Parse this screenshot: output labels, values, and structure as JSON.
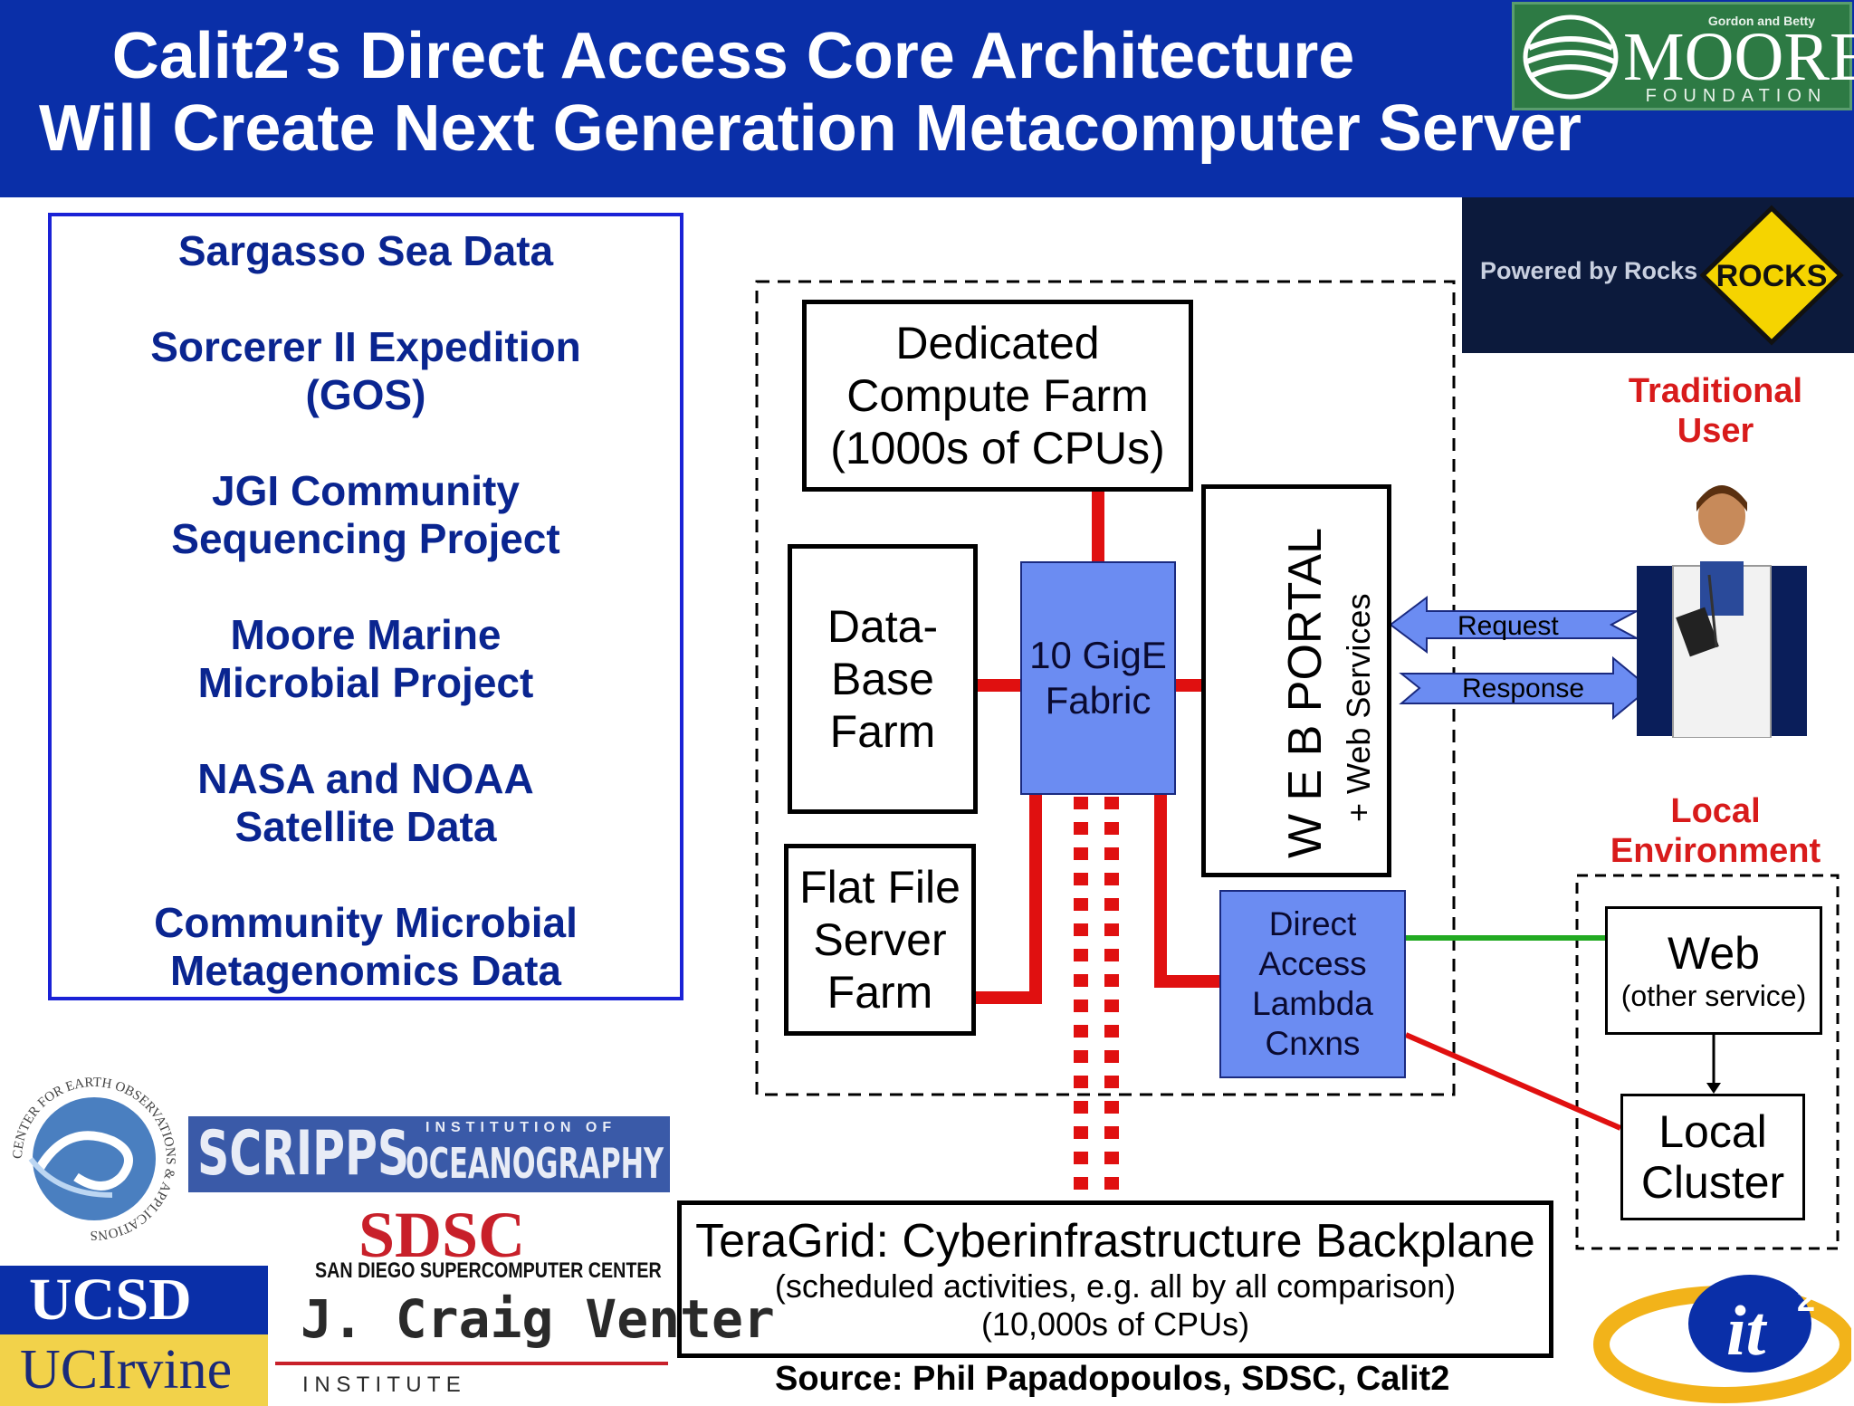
{
  "header": {
    "title_line1": "Calit2’s Direct Access Core Architecture",
    "title_line2": "Will Create Next Generation Metacomputer Server"
  },
  "moore_logo": {
    "small": "Gordon and Betty",
    "big": "MOORE",
    "foundation": "FOUNDATION"
  },
  "rocks_logo": {
    "powered": "Powered by Rocks",
    "sign": "ROCKS"
  },
  "data_sources": [
    "Sargasso Sea Data",
    "Sorcerer II Expedition",
    "(GOS)",
    "JGI Community",
    "Sequencing Project",
    "Moore Marine",
    "Microbial Project",
    "NASA and NOAA",
    "Satellite Data",
    "Community Microbial",
    "Metagenomics Data"
  ],
  "diagram": {
    "compute_farm": [
      "Dedicated",
      "Compute Farm",
      "(1000s of CPUs)"
    ],
    "database_farm": [
      "Data-",
      "Base",
      "Farm"
    ],
    "flatfile_farm": [
      "Flat File",
      "Server",
      "Farm"
    ],
    "fabric": [
      "10 GigE",
      "Fabric"
    ],
    "web_portal": "W E B  PORTAL",
    "web_services": "+ Web Services",
    "direct_access": [
      "Direct",
      "Access",
      "Lambda",
      "Cnxns"
    ],
    "request": "Request",
    "response": "Response",
    "traditional_user": [
      "Traditional",
      "User"
    ],
    "local_environment": [
      "Local",
      "Environment"
    ],
    "web_service": "Web",
    "other_service": "(other service)",
    "local_cluster": [
      "Local",
      "Cluster"
    ],
    "teragrid_title": "TeraGrid: Cyberinfrastructure Backplane",
    "teragrid_line2": "(scheduled activities, e.g. all by all comparison)",
    "teragrid_line3": "(10,000s of CPUs)"
  },
  "source": "Source: Phil Papadopoulos, SDSC, Calit2",
  "logos": {
    "ceoa_ring": "CENTER FOR EARTH OBSERVATIONS & APPLICATIONS",
    "scripps": "SCRIPPS",
    "scripps_small": "INSTITUTION OF",
    "scripps_ocean": "OCEANOGRAPHY",
    "sdsc": "SDSC",
    "sdsc_sub": "SAN DIEGO SUPERCOMPUTER CENTER",
    "ucsd": "UCSD",
    "ucirvine": "UCIrvine",
    "venter": "J. Craig Venter",
    "institute": "I N S T I T U T E",
    "it2": "it",
    "it2_sup": "2"
  },
  "colors": {
    "header_blue": "#0a2fa8",
    "title_blue": "#0a2590",
    "accent_red": "#d81b1b",
    "fabric_blue": "#6b8cf2",
    "link_green": "#22aa22"
  }
}
